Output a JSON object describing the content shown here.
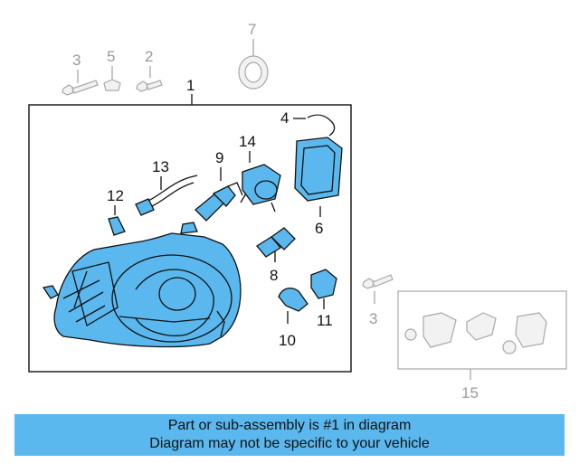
{
  "callouts": {
    "c1": "1",
    "c2": "2",
    "c3a": "3",
    "c3b": "3",
    "c4": "4",
    "c5": "5",
    "c6": "6",
    "c7": "7",
    "c8": "8",
    "c9": "9",
    "c10": "10",
    "c11": "11",
    "c12": "12",
    "c13": "13",
    "c14": "14",
    "c15": "15"
  },
  "banner": {
    "line1": "Part or sub-assembly is #1 in diagram",
    "line2": "Diagram may not be specific to your vehicle"
  },
  "colors": {
    "highlight": "#5ab8ee",
    "ghost_line": "#a8a8a8",
    "ink": "#111111"
  }
}
